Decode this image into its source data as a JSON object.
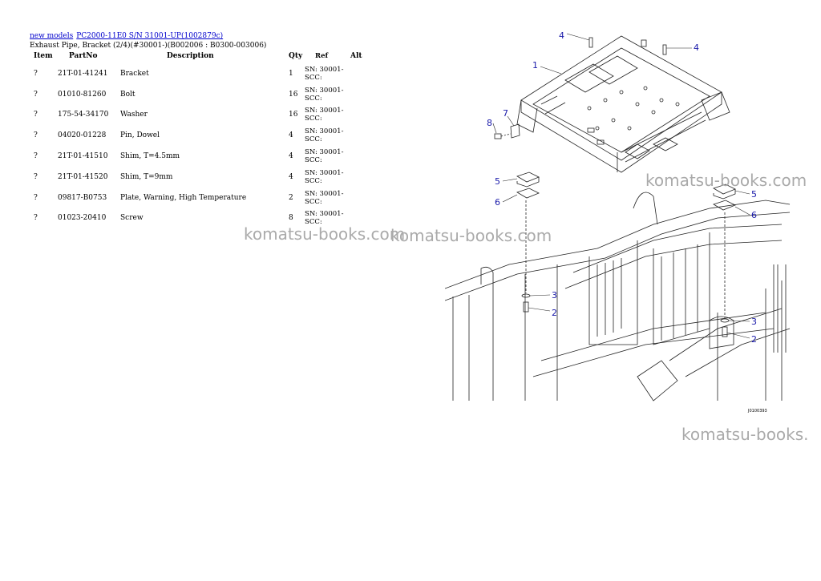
{
  "header": {
    "link_models": "new models",
    "link_model": "PC2000-11E0 S/N 31001-UP(1002879c)",
    "subtitle": "Exhaust Pipe, Bracket (2/4)(#30001-)(B002006 : B0300-003006)"
  },
  "table": {
    "columns": [
      "Item",
      "PartNo",
      "Description",
      "Qty",
      "Ref",
      "Alt"
    ],
    "rows": [
      {
        "item": "?",
        "part": "21T-01-41241",
        "desc": "Bracket",
        "qty": "1",
        "ref": "SN: 30001-SCC:",
        "alt": ""
      },
      {
        "item": "?",
        "part": "01010-81260",
        "desc": "Bolt",
        "qty": "16",
        "ref": "SN: 30001-SCC:",
        "alt": ""
      },
      {
        "item": "?",
        "part": "175-54-34170",
        "desc": "Washer",
        "qty": "16",
        "ref": "SN: 30001-SCC:",
        "alt": ""
      },
      {
        "item": "?",
        "part": "04020-01228",
        "desc": "Pin, Dowel",
        "qty": "4",
        "ref": "SN: 30001-SCC:",
        "alt": ""
      },
      {
        "item": "?",
        "part": "21T-01-41510",
        "desc": "Shim, T=4.5mm",
        "qty": "4",
        "ref": "SN: 30001-SCC:",
        "alt": ""
      },
      {
        "item": "?",
        "part": "21T-01-41520",
        "desc": "Shim, T=9mm",
        "qty": "4",
        "ref": "SN: 30001-SCC:",
        "alt": ""
      },
      {
        "item": "?",
        "part": "09817-B0753",
        "desc": "Plate, Warning, High Temperature",
        "qty": "2",
        "ref": "SN: 30001-SCC:",
        "alt": ""
      },
      {
        "item": "?",
        "part": "01023-20410",
        "desc": "Screw",
        "qty": "8",
        "ref": "SN: 30001-SCC:",
        "alt": ""
      }
    ]
  },
  "watermarks": [
    "komatsu-books.com",
    "komatsu-books.com",
    "komatsu-books.com",
    "komatsu-books."
  ],
  "diagram": {
    "callouts": [
      "4",
      "4",
      "1",
      "7",
      "8",
      "5",
      "6",
      "5",
      "6",
      "3",
      "2",
      "3",
      "2"
    ],
    "drawing_code": "J0100393"
  },
  "colors": {
    "link": "#0000cc",
    "callout": "#1a1aaa",
    "watermark": "#aaaaaa"
  }
}
